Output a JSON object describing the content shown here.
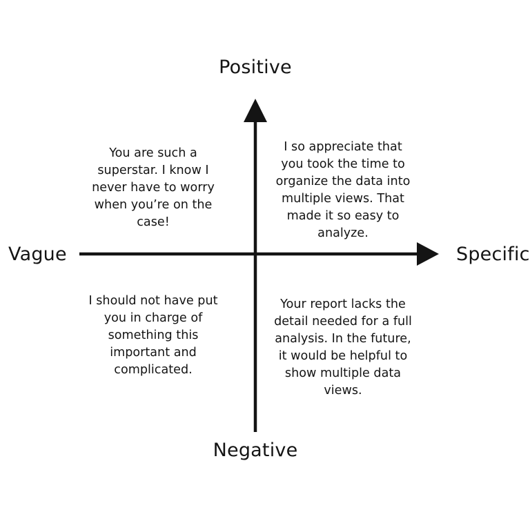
{
  "chart_data": {
    "type": "scatter",
    "title": "",
    "subtitle": "",
    "xlabel": "",
    "ylabel": "",
    "grid": false,
    "legend": "none",
    "axes": {
      "x": {
        "negative_end_label": "Vague",
        "positive_end_label": "Specific",
        "arrow": "right"
      },
      "y": {
        "positive_end_label": "Positive",
        "negative_end_label": "Negative",
        "arrow": "up"
      }
    },
    "quadrants": [
      {
        "id": "top-left",
        "x": "Vague",
        "y": "Positive",
        "text": "You are such a superstar. I know I never have to worry when you’re on the case!"
      },
      {
        "id": "top-right",
        "x": "Specific",
        "y": "Positive",
        "text": "I so appreciate that you took the time to organize the data into multiple views. That made it so easy to analyze."
      },
      {
        "id": "bottom-left",
        "x": "Vague",
        "y": "Negative",
        "text": "I should not have put you in charge of something this important and complicated."
      },
      {
        "id": "bottom-right",
        "x": "Specific",
        "y": "Negative",
        "text": "Your report lacks the detail needed for a full analysis. In the future, it would be helpful to show multiple data views."
      }
    ]
  },
  "labels": {
    "positive": "Positive",
    "negative": "Negative",
    "vague": "Vague",
    "specific": "Specific"
  },
  "quadrant_text": {
    "top_left": "You are such a superstar. I know I never have to worry when you’re on the case!",
    "top_right": "I so appreciate that you took the time to organize the data into multiple views. That made it so easy to analyze.",
    "bottom_left": "I should not have put you in charge of something this important and complicated.",
    "bottom_right": "Your report lacks the detail needed for a full analysis. In the future, it would be helpful to show multiple data views."
  },
  "colors": {
    "background": "#ffffff",
    "ink": "#141414"
  }
}
